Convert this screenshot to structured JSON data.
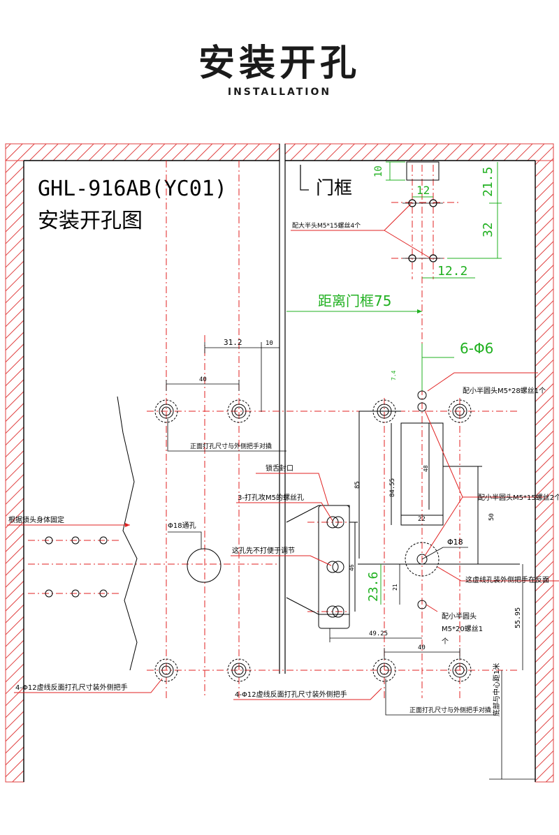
{
  "header": {
    "title": "安装开孔",
    "subtitle": "INSTALLATION"
  },
  "drawing": {
    "model": "GHL-916AB(YC01)",
    "subtitle": "安装开孔图",
    "labels": {
      "door_frame": "门框",
      "large_screws": "配大半头M5*15螺丝4个",
      "distance_to_frame": "距离门框75",
      "six_holes": "6-Φ6",
      "small_screw_28": "配小半圆头M5*28螺丝1个",
      "front_size": "正面打孔尺寸与外侧把手对撬",
      "latch_seal": "锁舌封口",
      "tap_holes": "3-打孔攻M5的螺丝孔",
      "small_screw_15": "配小半圆头M5*15螺丝2个",
      "fix_by_body": "根据锁头身体固定",
      "through_18": "Φ18通孔",
      "no_hole_first": "这孔先不打便于调节",
      "phi18": "Φ18",
      "dashed_outside": "这虚线孔装外侧把手在反面",
      "small_screw_20a": "配小半圆头",
      "small_screw_20b": "M5*20螺丝1",
      "small_screw_20c": "个",
      "ground_height": "底部与中心距1米",
      "left_4_12": "4-Φ12虚线反面打孔尺寸装外侧把手",
      "mid_4_12": "4-Φ12虚线反面打孔尺寸装外侧把手",
      "front_size_2": "正面打孔尺寸与外侧把手对撬"
    },
    "dimensions": {
      "d10_top": "10",
      "d12_top": "12",
      "d21_5": "21.5",
      "d32": "32",
      "d12_2": "12.2",
      "d31_2": "31.2",
      "d10_mid": "10",
      "d40_top": "40",
      "d7_4": "7.4",
      "d85": "85",
      "d84_55": "84.55",
      "d48": "48",
      "d22": "22",
      "d50": "50",
      "d46": "46",
      "d23_6": "23.6",
      "d21": "21",
      "d55_95": "55.95",
      "d49_25": "49.25",
      "d40_bot": "40"
    }
  }
}
